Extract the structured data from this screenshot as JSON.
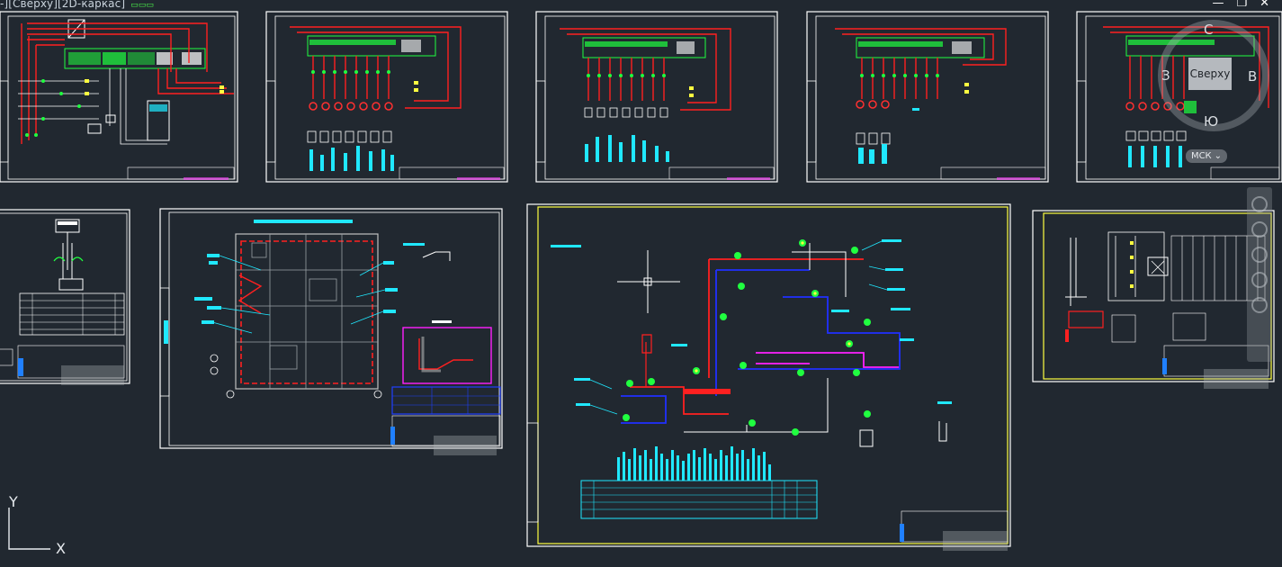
{
  "viewport": {
    "label": "-][Сверху][2D-каркас]",
    "dimension_marker": "▭▭▭"
  },
  "window_controls": {
    "minimize": "—",
    "restore": "❐",
    "close": "✕"
  },
  "viewcube": {
    "face_label": "Сверху",
    "north": "С",
    "south": "Ю",
    "west": "З",
    "east": "В"
  },
  "ucs_menu": {
    "label": "МСК",
    "arrow": "⌄"
  },
  "ucs_icon": {
    "x_label": "X",
    "y_label": "Y"
  },
  "colors": {
    "background": "#212830",
    "sheet_border": "#ffffff",
    "accent_frame": "#ffff40",
    "wire_red": "#ff2020",
    "wire_green": "#20ff40",
    "wire_cyan": "#20e8ff",
    "wire_blue": "#2030ff",
    "wire_magenta": "#ff20ff"
  }
}
